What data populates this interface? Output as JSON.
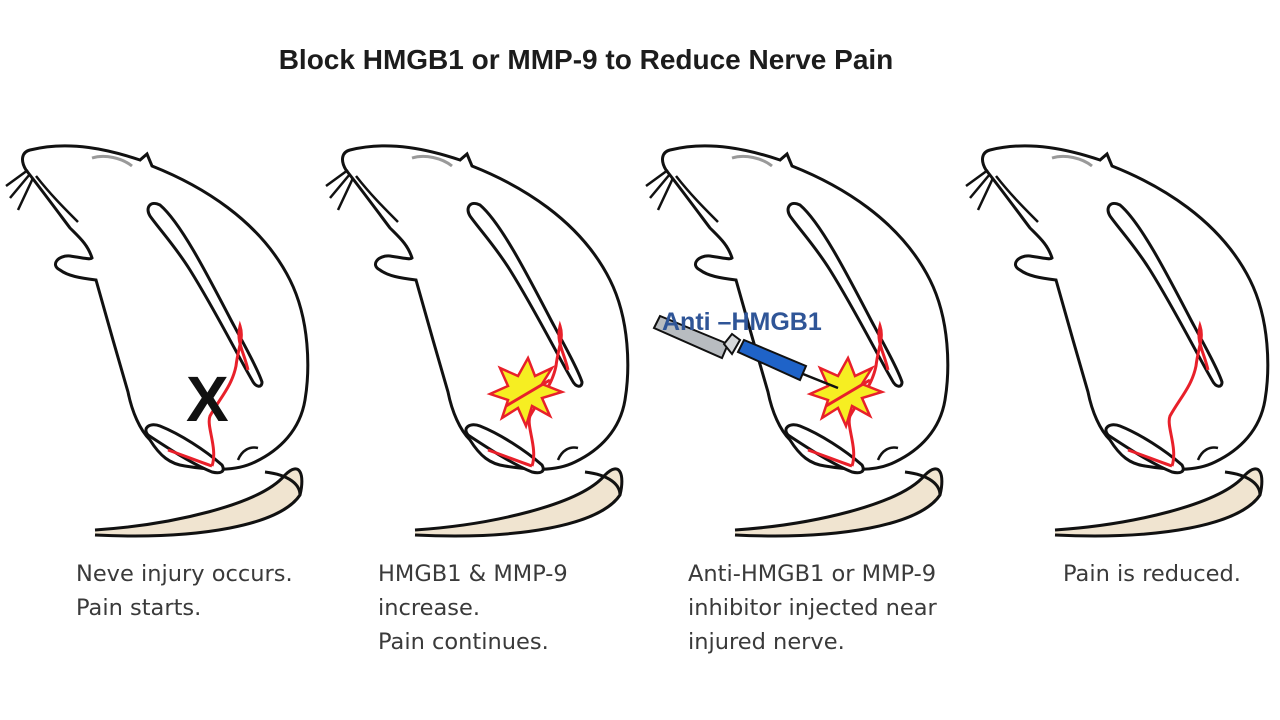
{
  "title": "Block HMGB1 or MMP-9 to Reduce Nerve Pain",
  "panels": [
    {
      "caption": [
        "Neve injury occurs.",
        "Pain starts."
      ],
      "marker": "X"
    },
    {
      "caption": [
        "HMGB1 & MMP-9",
        "increase.",
        "Pain continues."
      ]
    },
    {
      "caption": [
        "Anti-HMGB1 or MMP-9",
        "inhibitor injected near",
        "injured nerve."
      ],
      "syringe_label": "Anti –HMGB1"
    },
    {
      "caption": [
        "Pain is reduced."
      ]
    }
  ],
  "colors": {
    "outline": "#111111",
    "nerve": "#e8202a",
    "burst_fill": "#f6ee22",
    "burst_stroke": "#e8202a",
    "tail": "#f0e4d0",
    "syringe_barrel": "#b8bcc0",
    "syringe_drug": "#1f63c8",
    "label": "#2f5597"
  }
}
